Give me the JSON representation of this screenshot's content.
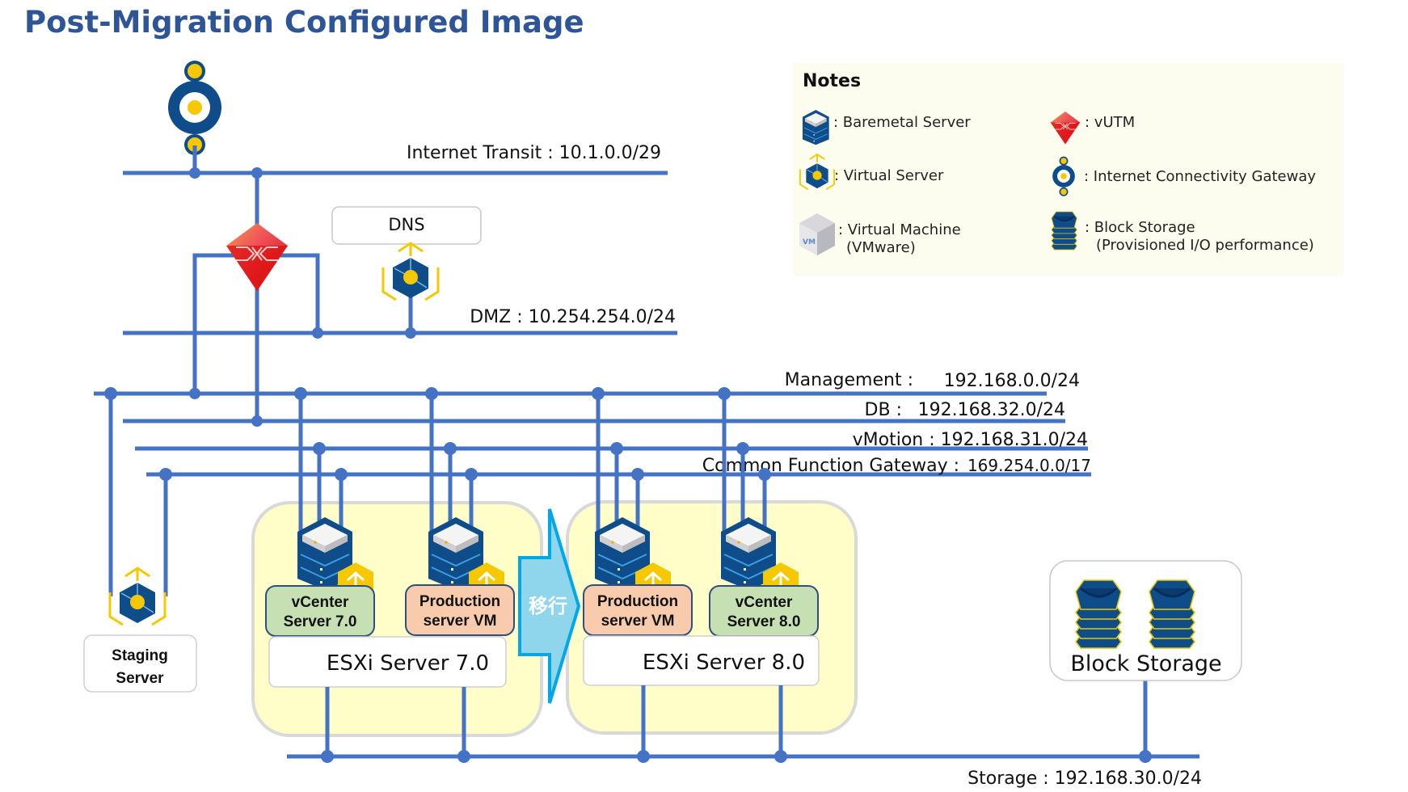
{
  "title": "Post-Migration Configured Image",
  "colors": {
    "title": "#2e5597",
    "network_line": "#4472c4",
    "server_dark": "#0f4c8a",
    "vs_yellow": "#f5c800",
    "vutm_red": "#e02a2a",
    "container_fill": "#fffdc8",
    "container_border": "#d9d9d9",
    "vcenter_fill": "#c6e0b4",
    "production_fill": "#f8cbad",
    "label_border": "#2f4f7f",
    "arrow_fill": "#8fd5ec",
    "arrow_border": "#00a8e6",
    "notes_bg": "#fdfdef"
  },
  "networks": {
    "internet_transit": "Internet Transit : 10.1.0.0/29",
    "dmz": "DMZ : 10.254.254.0/24",
    "management_name": "Management :",
    "management_cidr": "192.168.0.0/24",
    "db_name": "DB :",
    "db_cidr": "192.168.32.0/24",
    "vmotion": "vMotion : 192.168.31.0/24",
    "cfg_name": "Common Function Gateway :",
    "cfg_cidr": "169.254.0.0/17",
    "storage": "Storage : 192.168.30.0/24"
  },
  "nodes": {
    "dns": "DNS",
    "staging_line1": "Staging",
    "staging_line2": "Server",
    "esxi7": {
      "title": "ESXi Server 7.0",
      "vcenter_line1": "vCenter",
      "vcenter_line2": "Server  7.0",
      "prod_line1": "Production",
      "prod_line2": "server VM"
    },
    "esxi8": {
      "title": "ESXi Server  8.0",
      "prod_line1": "Production",
      "prod_line2": "server VM",
      "vcenter_line1": "vCenter",
      "vcenter_line2": "Server  8.0"
    },
    "migration_arrow": "移行",
    "block_storage": "Block Storage"
  },
  "notes": {
    "title": "Notes",
    "items": [
      {
        "icon": "baremetal-server-icon",
        "label": ": Baremetal Server"
      },
      {
        "icon": "virtual-server-icon",
        "label": ": Virtual Server"
      },
      {
        "icon": "virtual-machine-icon",
        "label_line1": ": Virtual Machine",
        "label_line2": "(VMware)"
      },
      {
        "icon": "vutm-icon",
        "label": ": vUTM"
      },
      {
        "icon": "internet-connectivity-gateway-icon",
        "label": ": Internet Connectivity Gateway"
      },
      {
        "icon": "block-storage-icon",
        "label_line1": ": Block Storage",
        "label_line2": "(Provisioned I/O performance)"
      }
    ]
  }
}
